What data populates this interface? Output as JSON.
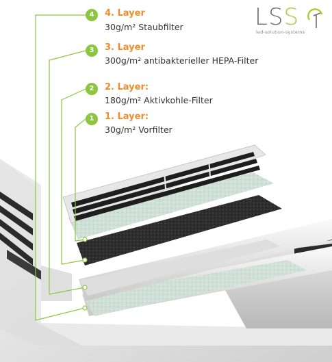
{
  "layers": [
    {
      "badge": "4",
      "title": "4. Layer",
      "desc": "30g/m² Staubfilter"
    },
    {
      "badge": "3",
      "title": "3. Layer",
      "desc": "300g/m² antibakterieller HEPA-Filter"
    },
    {
      "badge": "2",
      "title": "2. Layer:",
      "desc": "180g/m² Aktivkohle-Filter"
    },
    {
      "badge": "1",
      "title": "1. Layer:",
      "desc": "30g/m²  Vorfilter"
    }
  ],
  "logo": {
    "letters_left": "LS",
    "letter_o": "S",
    "tagline": "led-solution-systems"
  },
  "colors": {
    "accent": "#8cc63f",
    "title": "#f28c28",
    "text": "#333333"
  }
}
